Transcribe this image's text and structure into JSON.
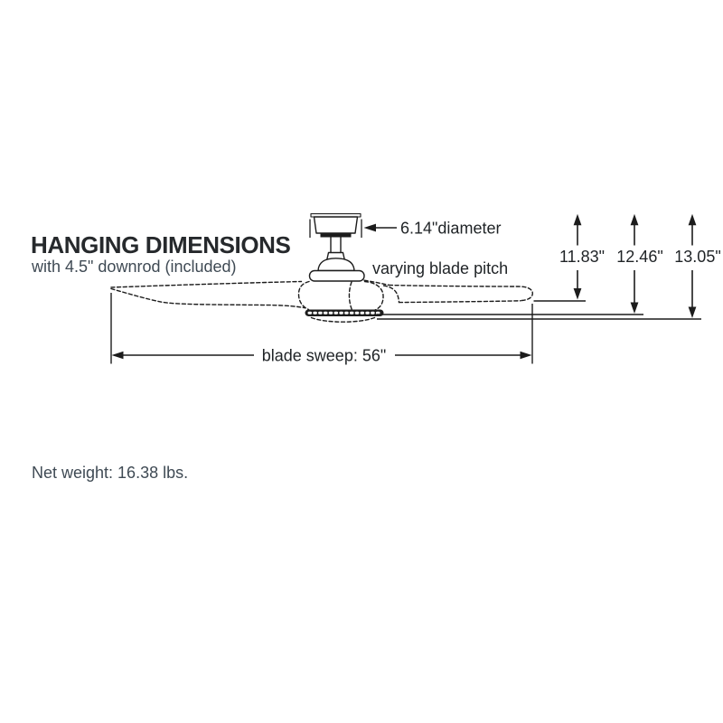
{
  "diagram": {
    "title": "HANGING DIMENSIONS",
    "subtitle": "with 4.5\" downrod (included)",
    "labels": {
      "canopy_diameter": "6.14\"diameter",
      "blade_pitch": "varying blade pitch",
      "blade_sweep": "blade sweep: 56\"",
      "hanging_heights": [
        {
          "label": "11.83\""
        },
        {
          "label": "12.46\""
        },
        {
          "label": "13.05\""
        }
      ]
    },
    "net_weight": "Net weight: 16.38 lbs.",
    "colors": {
      "background": "#ffffff",
      "heading_text": "#26292c",
      "secondary_text": "#3f4a54",
      "dimension_text": "#1f2326",
      "line": "#1c1c1c"
    }
  }
}
